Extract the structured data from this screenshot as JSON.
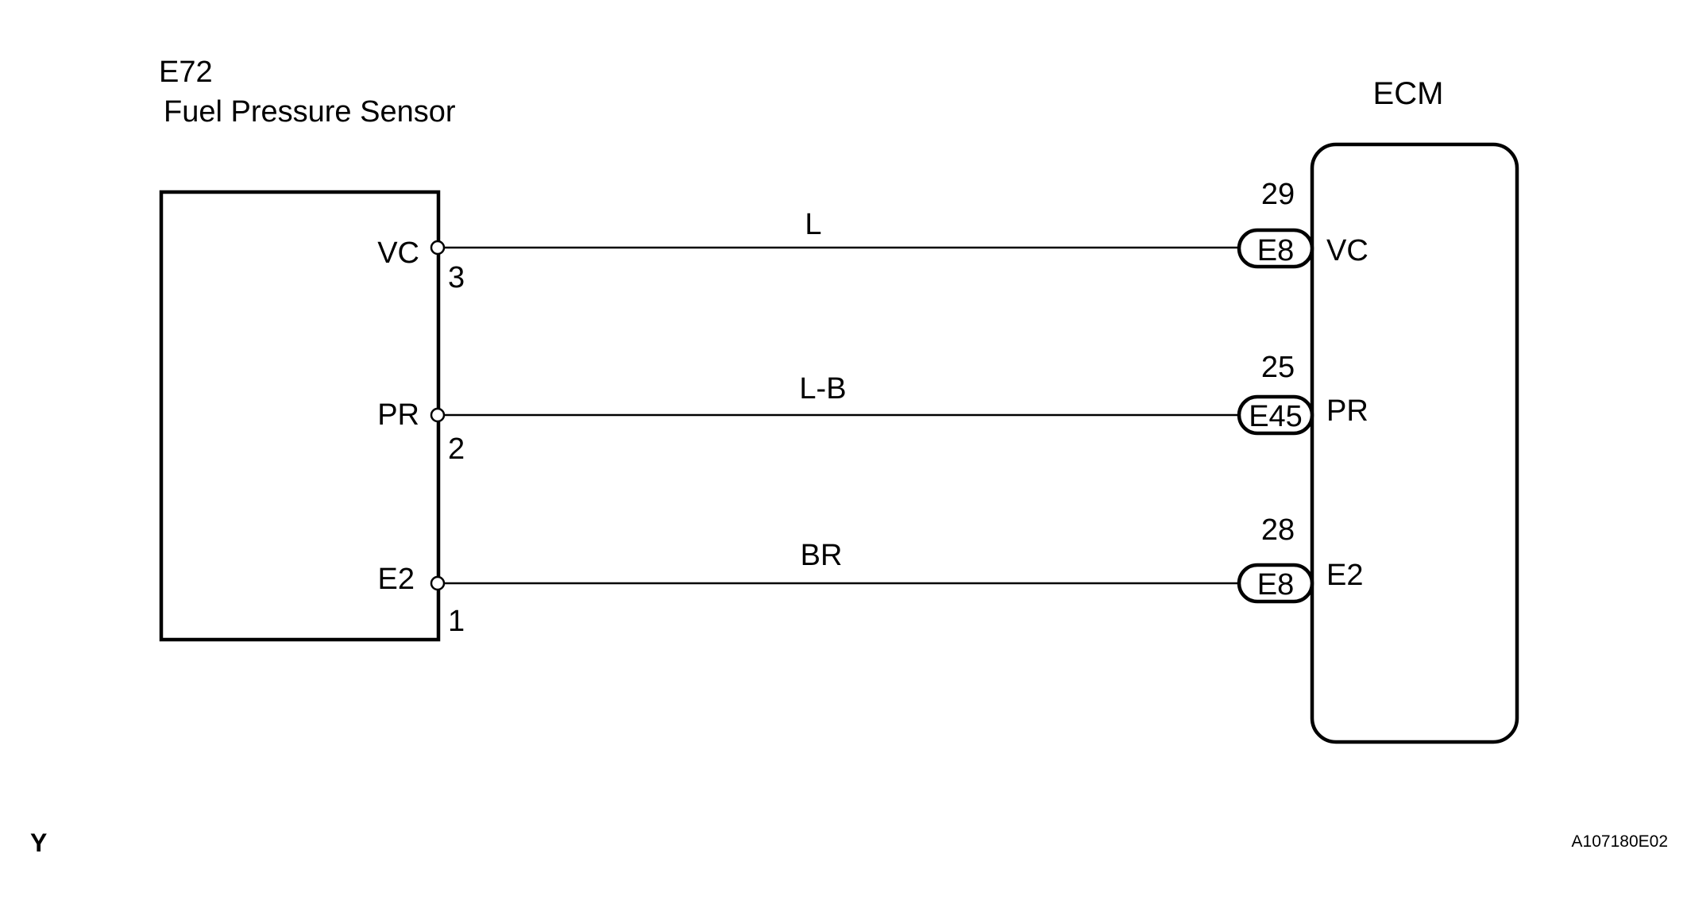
{
  "sensor": {
    "code": "E72",
    "name": "Fuel Pressure Sensor",
    "pins": [
      {
        "label": "VC",
        "number": "3"
      },
      {
        "label": "PR",
        "number": "2"
      },
      {
        "label": "E2",
        "number": "1"
      }
    ]
  },
  "ecm": {
    "title": "ECM",
    "pins": [
      {
        "number": "29",
        "connector": "E8",
        "label": "VC"
      },
      {
        "number": "25",
        "connector": "E45",
        "label": "PR"
      },
      {
        "number": "28",
        "connector": "E8",
        "label": "E2"
      }
    ]
  },
  "wires": [
    {
      "color": "L"
    },
    {
      "color": "L-B"
    },
    {
      "color": "BR"
    }
  ],
  "footer": {
    "left_code": "Y",
    "figure_id": "A107180E02"
  }
}
